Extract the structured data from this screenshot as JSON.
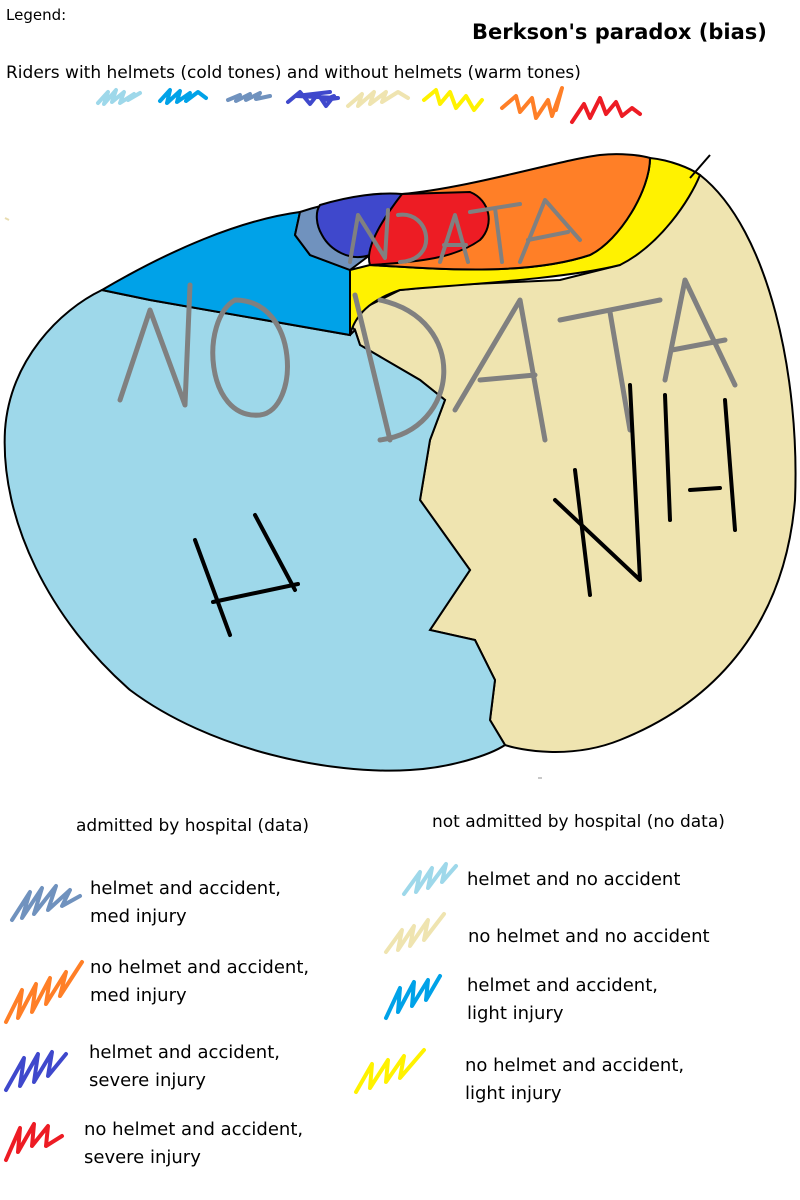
{
  "header": {
    "legend_heading": "Legend:",
    "title": "Berkson's paradox (bias)",
    "subtitle": "Riders with helmets (cold tones) and without helmets (warm tones)"
  },
  "colors": {
    "helmet_no_accident": "#9ed8ea",
    "helmet_light_injury": "#00a2e8",
    "helmet_med_injury": "#7092be",
    "helmet_severe_injury": "#3f48cc",
    "no_helmet_no_accident": "#efe4b0",
    "no_helmet_light_injury": "#fff200",
    "no_helmet_med_injury": "#ff7f27",
    "no_helmet_severe_injury": "#ed1c24",
    "handwriting_gray": "#808080",
    "handwriting_black": "#000000"
  },
  "diagram": {
    "handwritten_labels": [
      "NO DATA",
      "NO DATA",
      "H",
      "NH"
    ]
  },
  "legend": {
    "admitted_heading": "admitted by hospital (data)",
    "not_admitted_heading": "not admitted by hospital (no data)",
    "admitted_items": [
      {
        "line1": "helmet and accident,",
        "line2": "med injury",
        "icon": "blue-gray-scribble-icon"
      },
      {
        "line1": "no helmet and accident,",
        "line2": "med injury",
        "icon": "orange-scribble-icon"
      },
      {
        "line1": "helmet and accident,",
        "line2": "severe injury",
        "icon": "dark-blue-scribble-icon"
      },
      {
        "line1": "no helmet and accident,",
        "line2": "severe injury",
        "icon": "red-scribble-icon"
      }
    ],
    "not_admitted_items": [
      {
        "line1": "helmet and no accident",
        "line2": "",
        "icon": "light-blue-scribble-icon"
      },
      {
        "line1": "no helmet and no accident",
        "line2": "",
        "icon": "beige-scribble-icon"
      },
      {
        "line1": "helmet and accident,",
        "line2": "light injury",
        "icon": "blue-scribble-icon"
      },
      {
        "line1": "no helmet and accident,",
        "line2": "light injury",
        "icon": "yellow-scribble-icon"
      }
    ]
  }
}
